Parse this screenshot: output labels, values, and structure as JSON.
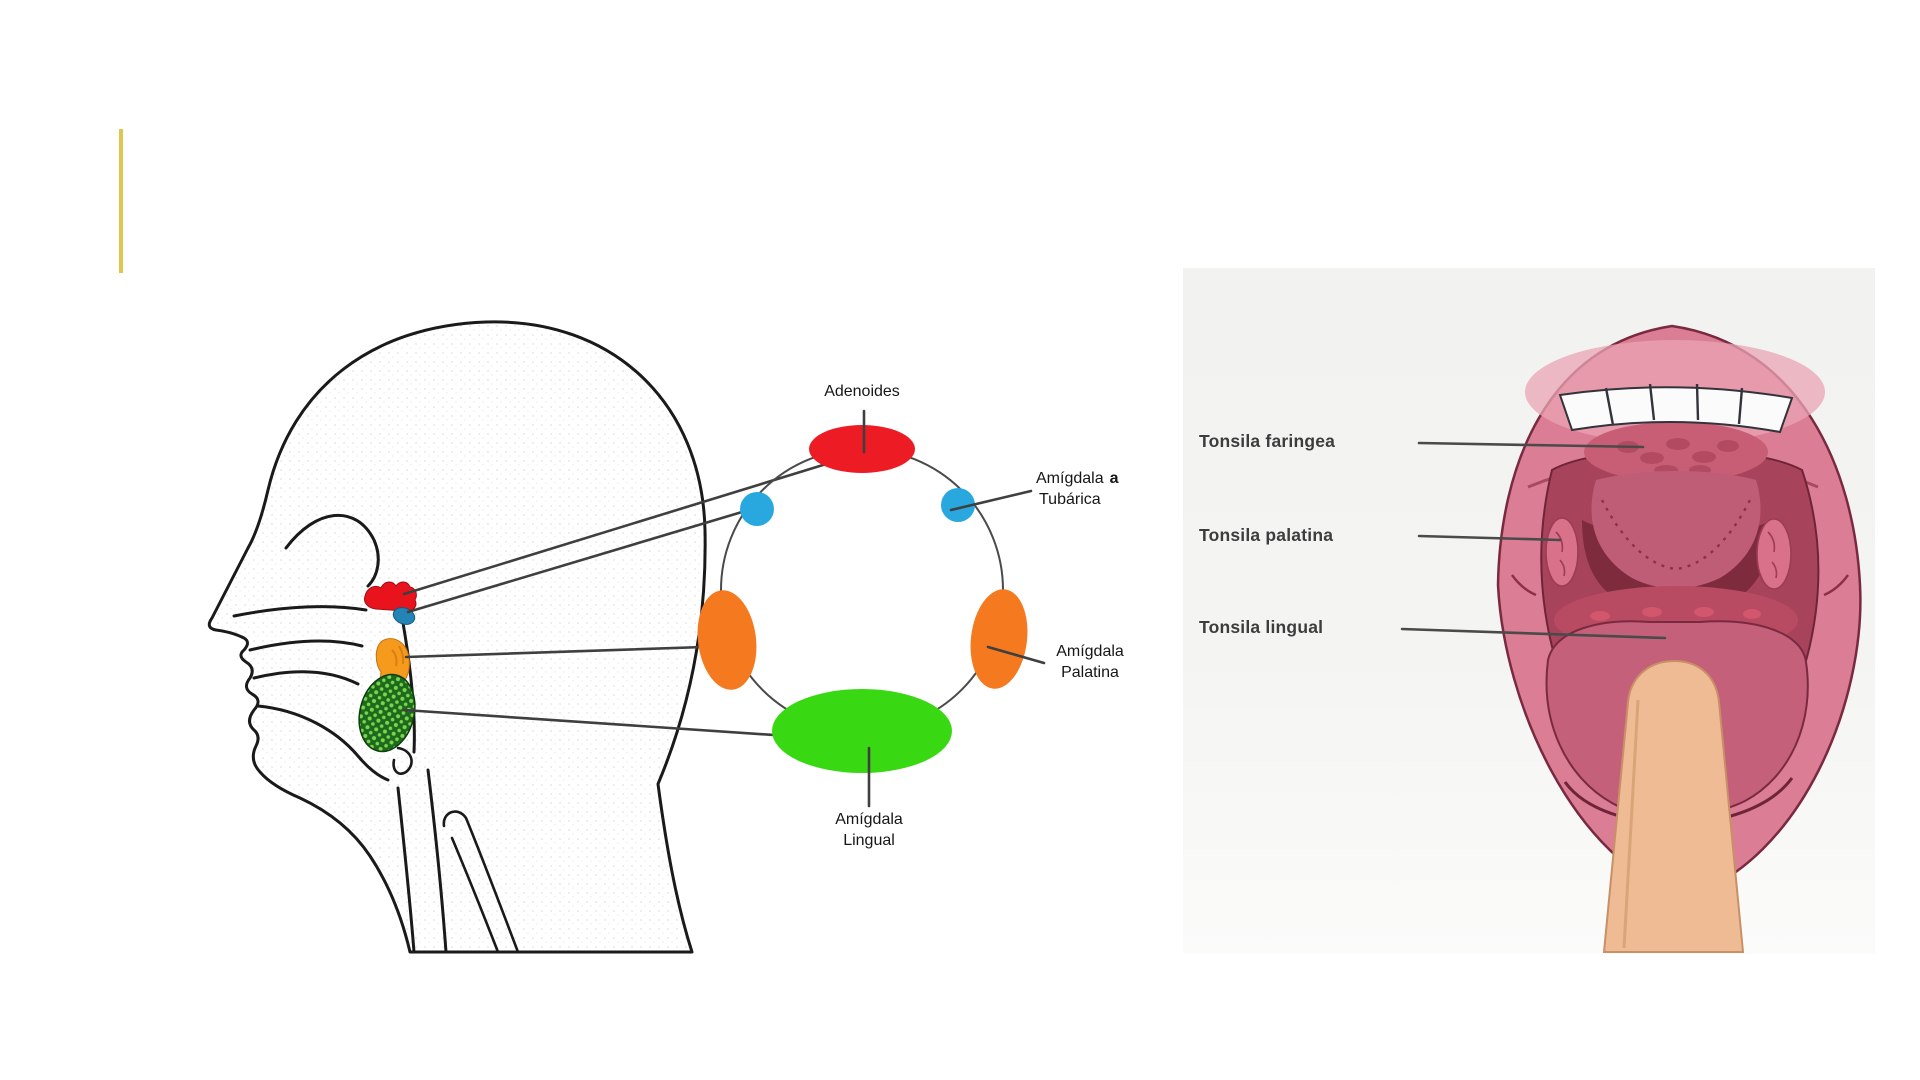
{
  "slide": {
    "background": "#ffffff",
    "accent_bar_color": "#ddc84f"
  },
  "waldeyer_diagram": {
    "labels": {
      "adenoides": "Adenoides",
      "tubarica_line1": "Amígdala",
      "tubarica_suffix": "a",
      "tubarica_line2": "Tubárica",
      "palatina_line1": "Amígdala",
      "palatina_line2": "Palatina",
      "lingual_line1": "Amígdala",
      "lingual_line2": "Lingual"
    },
    "colors": {
      "adenoid_red": "#ed1c24",
      "tubal_blue": "#29a8e0",
      "palatine_orange": "#f4791f",
      "lingual_green": "#38d813",
      "head_adenoid_red": "#e8131c",
      "head_tubal_blue": "#2384b5",
      "head_palatine_orange": "#f59a1d",
      "head_lingual_green_bg": "#1c6b1c",
      "head_lingual_green_dot": "#7fd34f",
      "connector_line": "#3f3f3f",
      "ring_line": "#4a4a4a",
      "outline_black": "#1a1a1a"
    }
  },
  "mouth_figure": {
    "labels": {
      "faringea": "Tonsila faringea",
      "palatina": "Tonsila palatina",
      "lingual": "Tonsila lingual"
    },
    "label_color": "#3d3d3d",
    "colors": {
      "lip_pink": "#db7d94",
      "cavity": "#a8435c",
      "tongue": "#c4607a",
      "finger_skin": "#eebb94",
      "leader_line": "#4a4a4a"
    }
  }
}
